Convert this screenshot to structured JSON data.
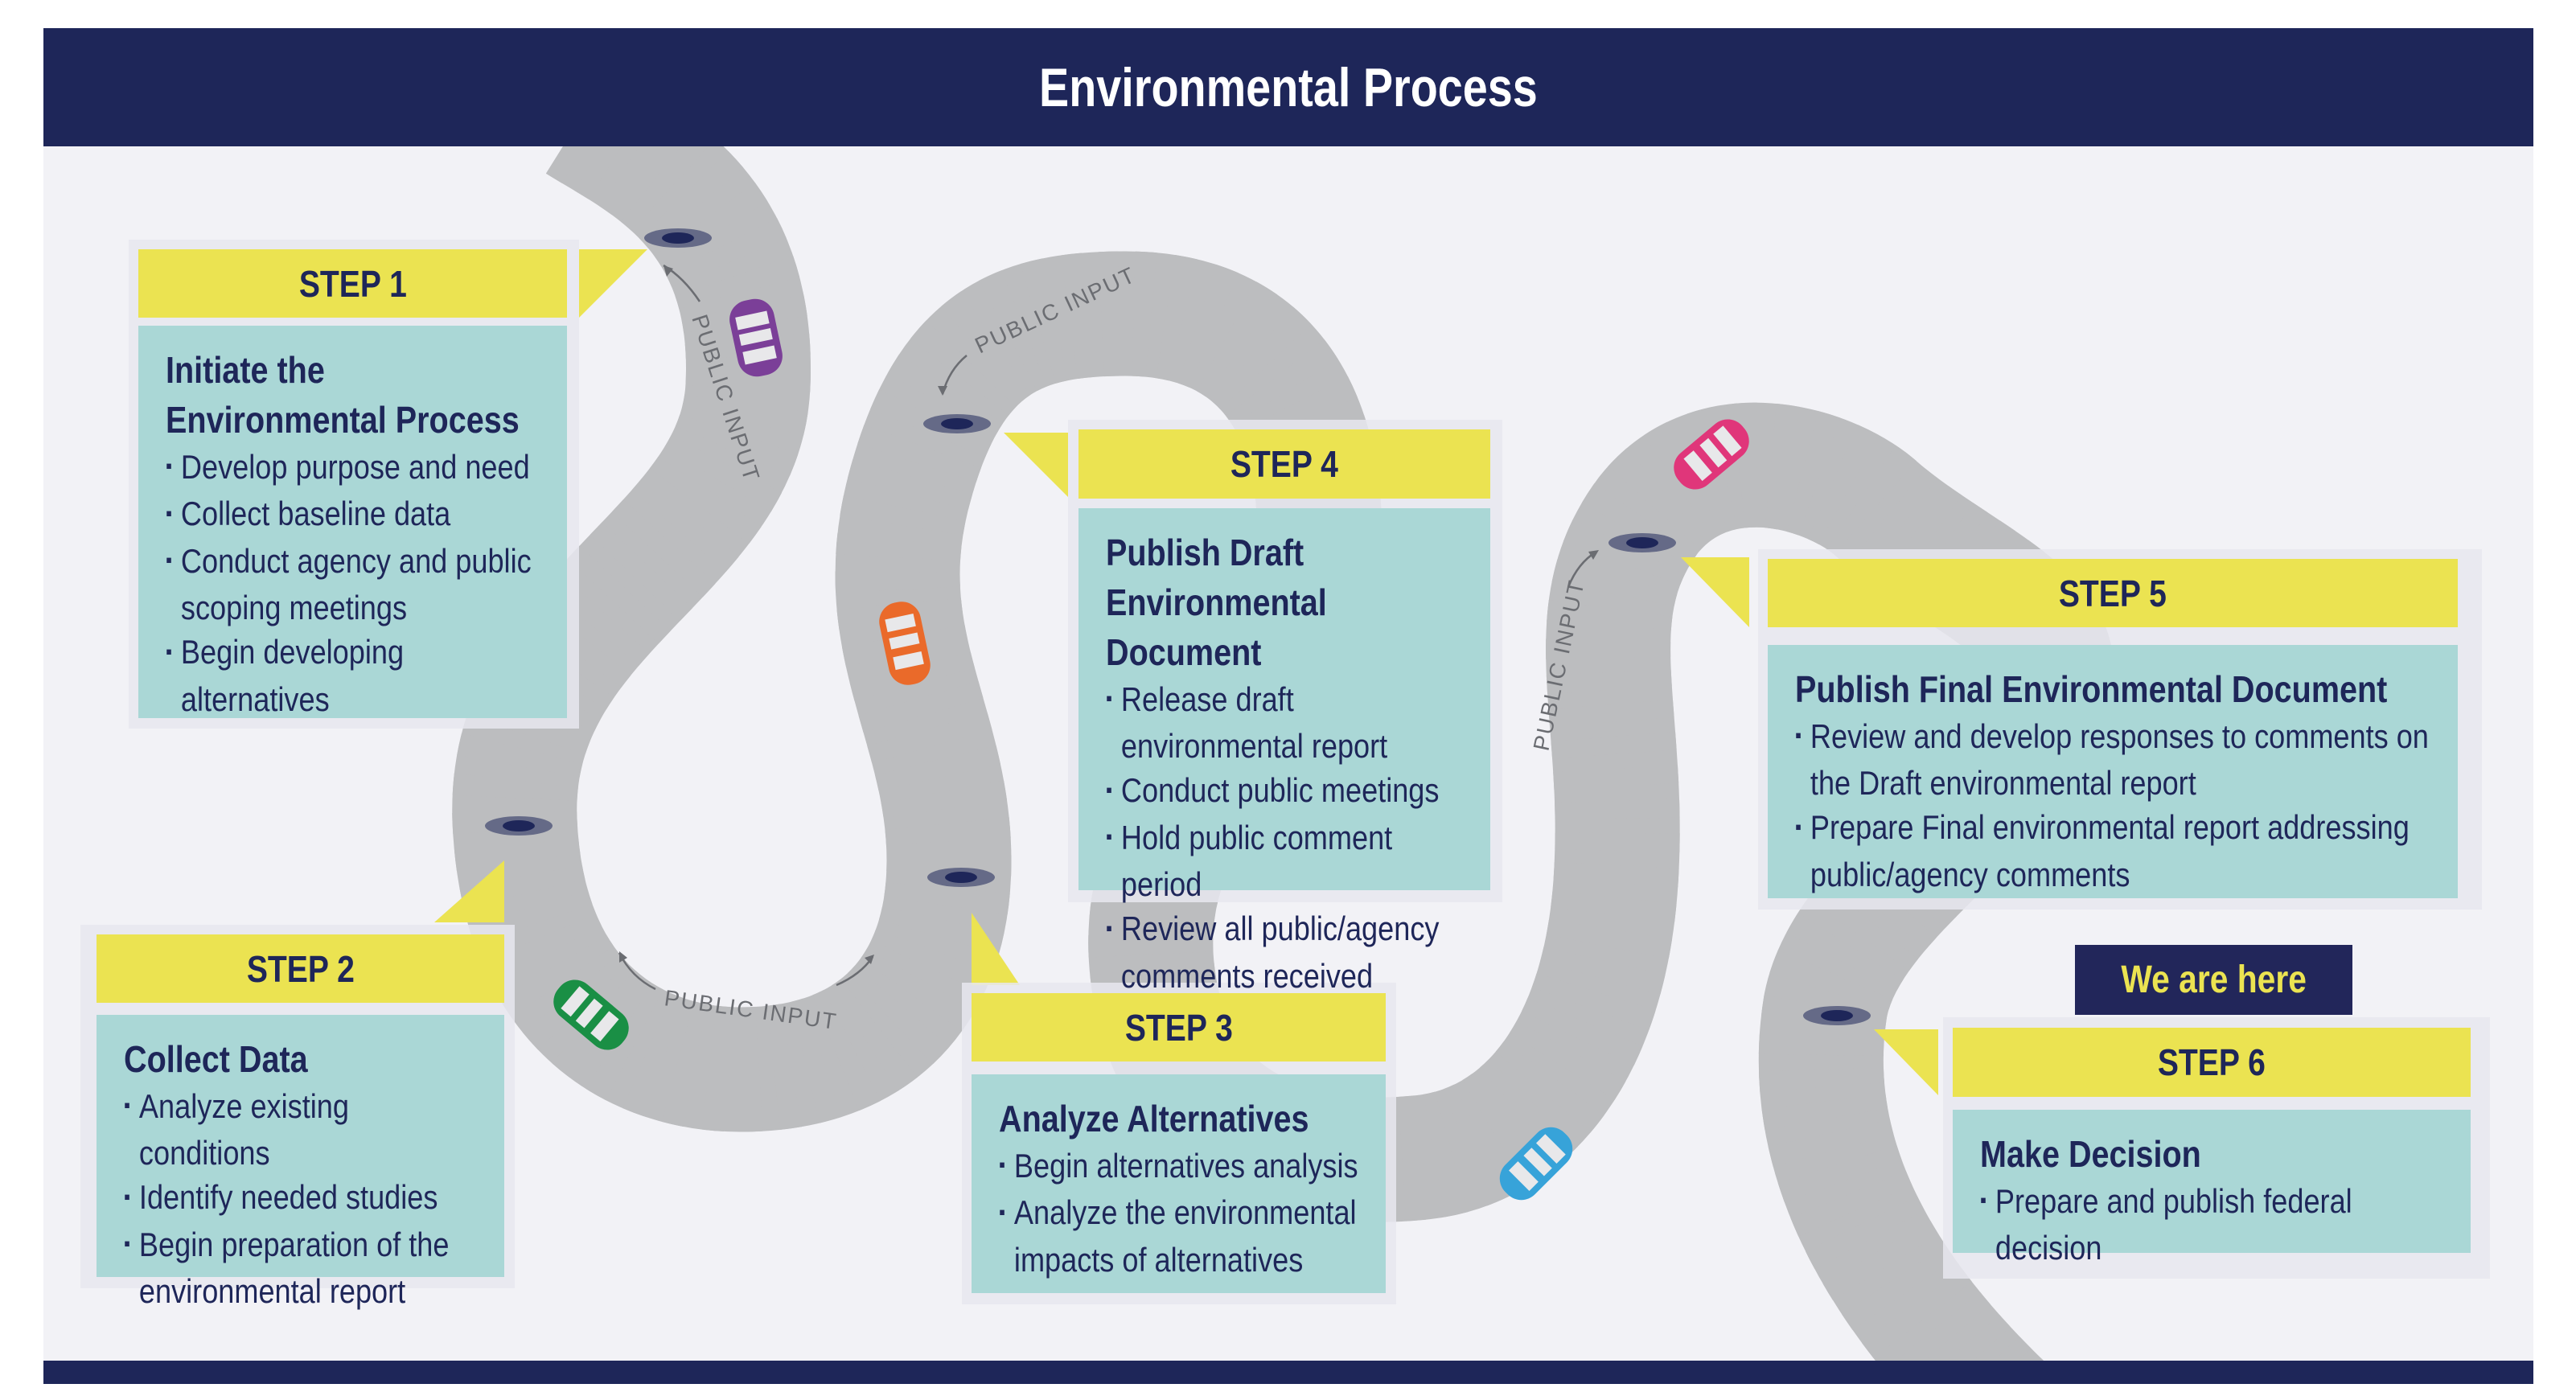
{
  "header": {
    "title": "Environmental Process"
  },
  "road": {
    "annotation_label": "PUBLIC INPUT",
    "colors": {
      "road": "#bcbdbf",
      "center_line": "#fde021",
      "pin": "#1e2659",
      "background": "#f2f2f6"
    },
    "cars": [
      {
        "color_name": "purple",
        "color": "#7b3f98"
      },
      {
        "color_name": "orange",
        "color": "#ea6a2a"
      },
      {
        "color_name": "green",
        "color": "#1a8f45"
      },
      {
        "color_name": "pink",
        "color": "#e0367a"
      },
      {
        "color_name": "blue",
        "color": "#37a3d9"
      }
    ]
  },
  "marker": {
    "label": "We are here",
    "current_step": 6
  },
  "colors": {
    "navy": "#1e2659",
    "step_label_bg": "#ebe351",
    "step_body_bg": "#aad7d6"
  },
  "steps": [
    {
      "label": "STEP 1",
      "title": "Initiate the Environmental Process",
      "items": [
        "Develop purpose and need",
        "Collect baseline data",
        "Conduct agency and public scoping meetings",
        "Begin developing alternatives"
      ]
    },
    {
      "label": "STEP 2",
      "title": "Collect Data",
      "items": [
        "Analyze existing conditions",
        "Identify needed studies",
        "Begin preparation of the environmental report"
      ]
    },
    {
      "label": "STEP 3",
      "title": "Analyze Alternatives",
      "items": [
        "Begin alternatives analysis",
        "Analyze the environmental impacts of alternatives"
      ]
    },
    {
      "label": "STEP 4",
      "title": "Publish Draft Environmental Document",
      "items": [
        "Release draft environmental report",
        "Conduct public meetings",
        "Hold public comment period",
        "Review all public/agency comments received"
      ]
    },
    {
      "label": "STEP 5",
      "title": "Publish Final Environmental Document",
      "items": [
        "Review and develop responses to comments on the Draft environmental report",
        "Prepare Final environmental report addressing public/agency comments"
      ]
    },
    {
      "label": "STEP 6",
      "title": "Make Decision",
      "items": [
        "Prepare and publish federal decision"
      ]
    }
  ]
}
